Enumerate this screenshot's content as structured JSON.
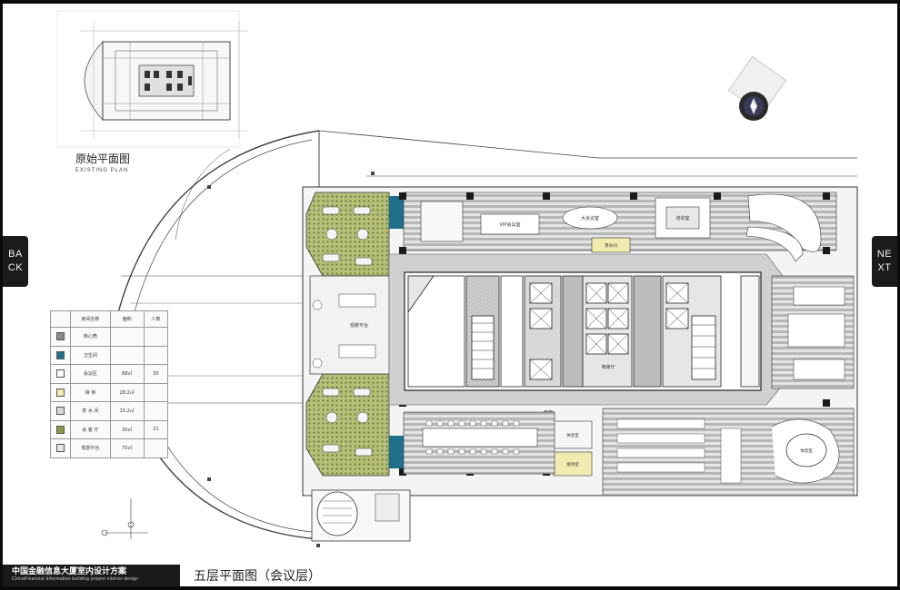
{
  "nav": {
    "back_label": "BACK",
    "next_label": "NEXT"
  },
  "existing_plan": {
    "title": "原始平面图",
    "subtitle": "EXISTING PLAN"
  },
  "plan_title": "五层平面图（会议层）",
  "footer": {
    "project_name_cn": "中国金融信息大厦室内设计方案",
    "project_name_en": "ChinaFinancial Information building project interior design"
  },
  "legend": {
    "headers": [
      "房间名称",
      "面积",
      "人数"
    ],
    "rows": [
      {
        "name": "核心筒",
        "area": "",
        "people": "",
        "color": "#8c8c8c"
      },
      {
        "name": "卫生间",
        "area": "",
        "people": "",
        "color": "#1f6f8b"
      },
      {
        "name": "会议区",
        "area": "88㎡",
        "people": "30",
        "color": "#ffffff"
      },
      {
        "name": "接  待",
        "area": "28.2㎡",
        "people": "",
        "color": "#f0ebb0"
      },
      {
        "name": "茶 水 间",
        "area": "15.2㎡",
        "people": "",
        "color": "#d7d7d7"
      },
      {
        "name": "会 客 厅",
        "area": "30㎡",
        "people": "21",
        "color": "#8a9a4a"
      },
      {
        "name": "观景平台",
        "area": "75㎡",
        "people": "",
        "color": "#e5e5e5"
      }
    ]
  },
  "room_labels": {
    "meeting_a": "VIP会议室",
    "meeting_b": "大会议室",
    "meeting_c": "培训室",
    "lounge_top": "休息室",
    "lounge_bottom": "休息室",
    "pantry_top": "茶水间",
    "pantry_bottom": "接待室",
    "viewing": "观景平台",
    "corridor": "走廊",
    "elevator_hall": "电梯厅"
  },
  "colors": {
    "core": "#8c8c8c",
    "restroom": "#1f6f8b",
    "reception": "#f0ebb0",
    "lounge": "#8a9a4a",
    "wall": "#1a1a1a",
    "stripe": "#b5b5b5"
  }
}
